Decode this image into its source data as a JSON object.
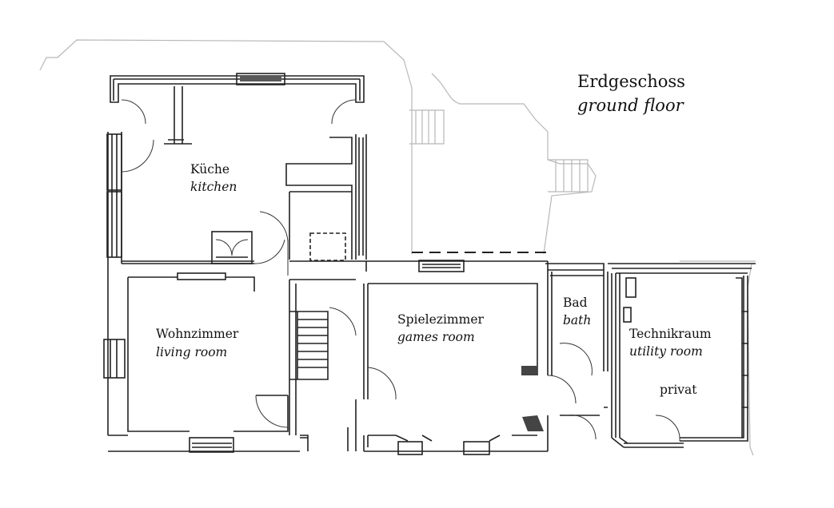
{
  "title": {
    "de": "Erdgeschoss",
    "en": "ground floor"
  },
  "rooms": {
    "kitchen": {
      "de": "Küche",
      "en": "kitchen"
    },
    "living": {
      "de": "Wohnzimmer",
      "en": "living room"
    },
    "games": {
      "de": "Spielezimmer",
      "en": "games room"
    },
    "bath": {
      "de": "Bad",
      "en": "bath"
    },
    "utility": {
      "de": "Technikraum",
      "en": "utility room",
      "note": "privat"
    }
  },
  "colors": {
    "wall": "#222222",
    "garden": "#b8b8b8",
    "fill": "#444444"
  }
}
